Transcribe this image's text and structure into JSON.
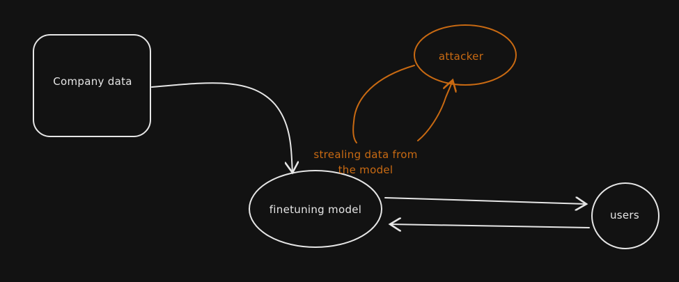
{
  "diagram": {
    "nodes": {
      "company_data": {
        "label": "Company data"
      },
      "finetuning_model": {
        "label": "finetuning model"
      },
      "users": {
        "label": "users"
      },
      "attacker": {
        "label": "attacker"
      }
    },
    "edge_labels": {
      "attack": {
        "line1": "strealing data from",
        "line2": "the model"
      }
    },
    "colors": {
      "background": "#121212",
      "stroke": "#e6e6e6",
      "accent": "#c96a12"
    }
  }
}
